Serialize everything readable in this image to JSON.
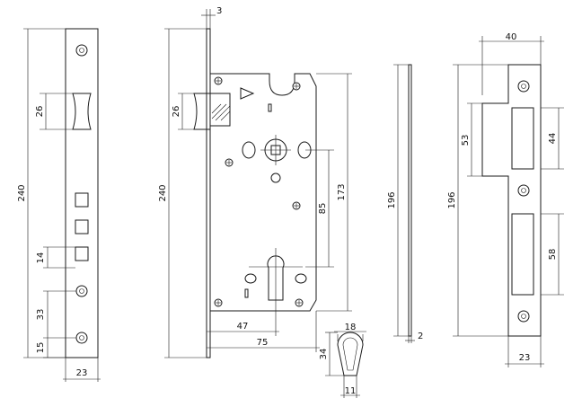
{
  "front_plate": {
    "dims": {
      "height": "240",
      "latch": "26",
      "slot": "14",
      "spacing": "33",
      "bottom": "15",
      "width": "23"
    }
  },
  "lock_body": {
    "dims": {
      "thickness": "3",
      "height": "240",
      "latch": "26",
      "spindle_to_cylinder": "85",
      "body_height": "173",
      "backset": "47",
      "depth": "75"
    }
  },
  "cylinder_profile": {
    "dims": {
      "width": "18",
      "height": "34",
      "neck": "11"
    }
  },
  "side_plate": {
    "dims": {
      "height": "196",
      "thickness": "2"
    }
  },
  "strike_plate": {
    "dims": {
      "height": "196",
      "offset": "40",
      "upper_depth": "53",
      "upper_slot": "44",
      "lower_slot": "58",
      "width": "23"
    }
  }
}
